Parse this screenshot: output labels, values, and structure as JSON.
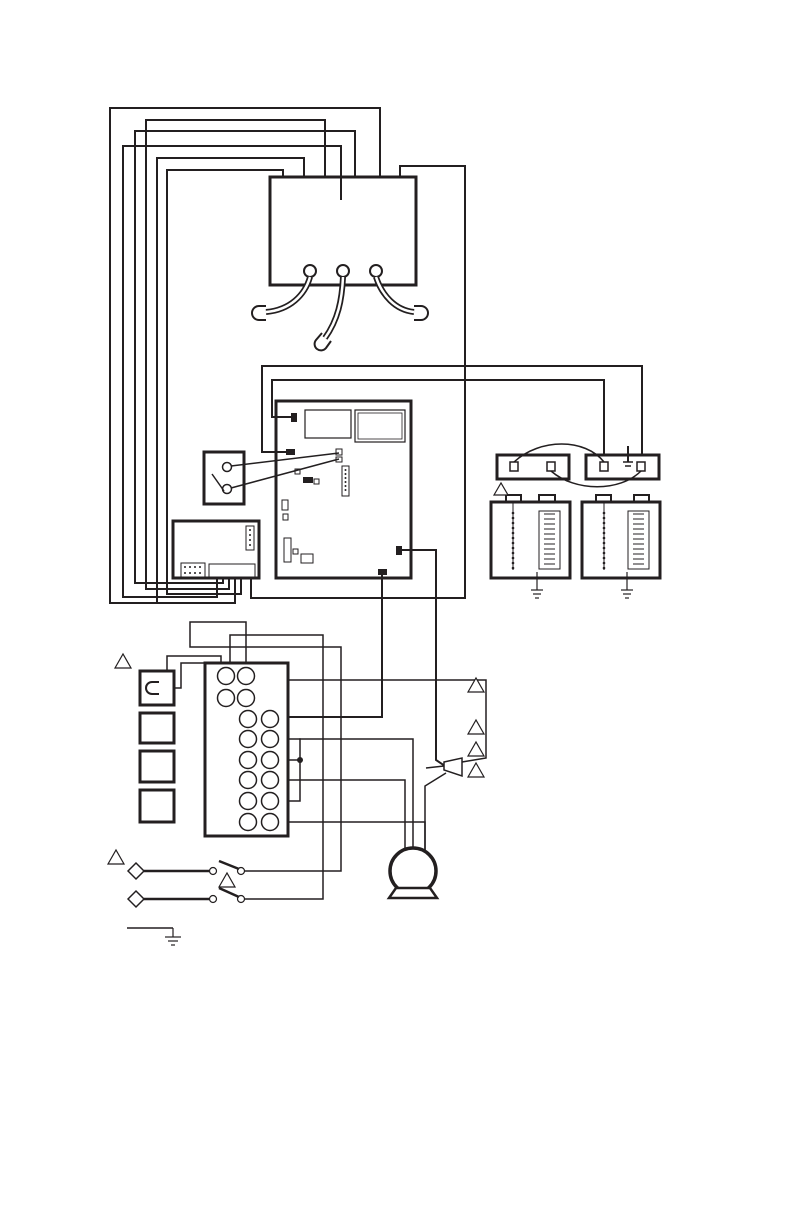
{
  "diagram": {
    "type": "electrical-wiring-schematic",
    "texts": [],
    "colors": {
      "line": "#231f20",
      "background": "#ffffff"
    },
    "components": [
      "top-control-box",
      "pump-relay-switch",
      "main-control-board",
      "terminal-strip-board",
      "battery-1",
      "battery-2",
      "battery-connection-bar",
      "terminal-block",
      "fuse-holders",
      "electric-motor",
      "pressure-switch",
      "ac-input-line",
      "ground-symbol"
    ],
    "battery_cells_per_side": 12,
    "terminal_block": {
      "rows": 8,
      "columns": 2
    },
    "warning_markers": 7
  }
}
